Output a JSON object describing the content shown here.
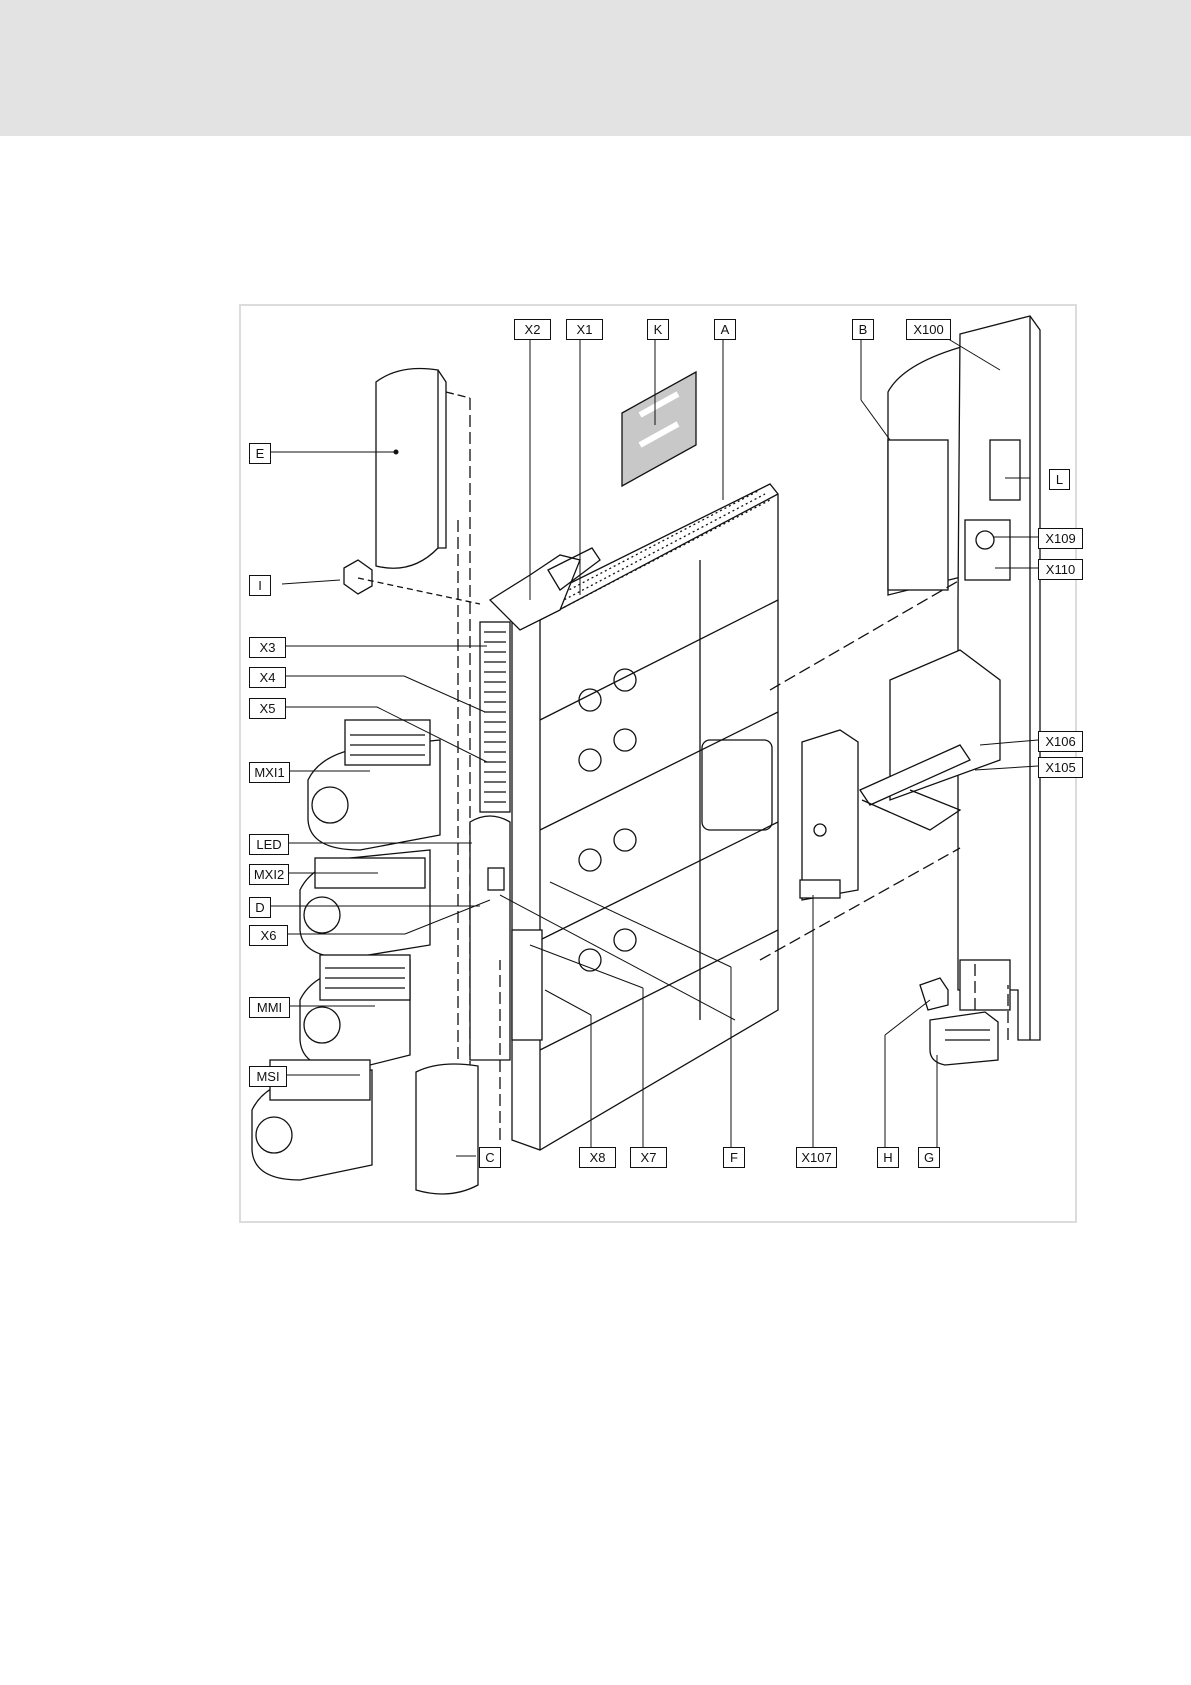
{
  "figure": {
    "labels": {
      "X2": "X2",
      "X1": "X1",
      "K": "K",
      "A": "A",
      "B": "B",
      "X100": "X100",
      "E": "E",
      "L": "L",
      "X109": "X109",
      "I": "I",
      "X110": "X110",
      "X3": "X3",
      "X4": "X4",
      "X5": "X5",
      "X106": "X106",
      "X105": "X105",
      "MXI1": "MXI1",
      "LED": "LED",
      "MXI2": "MXI2",
      "D": "D",
      "X6": "X6",
      "MMI": "MMI",
      "MSI": "MSI",
      "C": "C",
      "X8": "X8",
      "X7": "X7",
      "F": "F",
      "X107": "X107",
      "H": "H",
      "G": "G"
    }
  },
  "colors": {
    "header_band": "#e3e3e3",
    "frame_border": "#dcdcdc",
    "line": "#111111",
    "label_patch": "#c8c8c8"
  }
}
